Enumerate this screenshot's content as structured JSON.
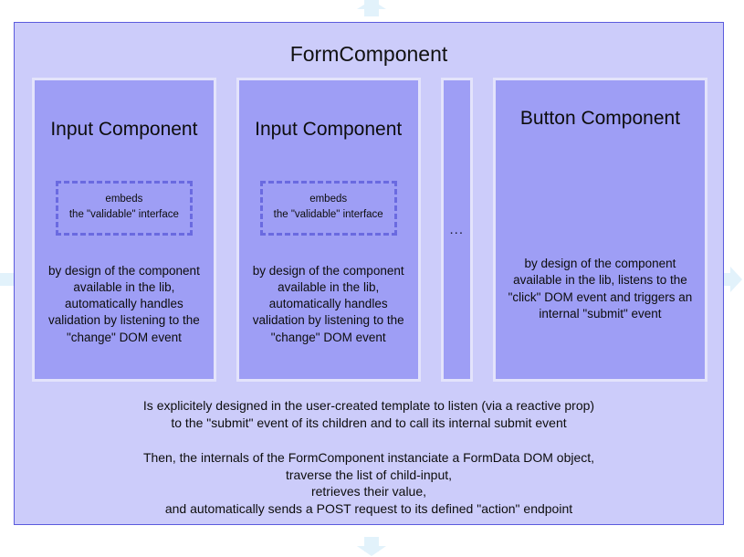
{
  "diagram": {
    "title": "FormComponent",
    "connectors": {
      "top_arrow": "arrow-up-icon",
      "bottom_arrow": "arrow-down-icon",
      "left_arrow": "arrow-left-icon",
      "right_arrow": "arrow-right-icon",
      "arrow_color": "#e2f2fb"
    },
    "colors": {
      "outer_fill": "#ccccfa",
      "outer_border": "#5b5bdd",
      "child_fill": "#9e9ef5",
      "child_border": "#e3e3fb",
      "dashed_border": "#6a6ae0",
      "text": "#0d0d0d"
    },
    "children": [
      {
        "title": "Input Component",
        "embeds": {
          "line1": "embeds",
          "line2": "the \"validable\" interface"
        },
        "body": "by design of the component available in the lib, automatically handles validation by listening to the \"change\" DOM event",
        "body_lines": [
          "by design of the component",
          "available in the lib,",
          "automatically handles",
          "validation by listening to the",
          "\"change\" DOM event"
        ]
      },
      {
        "title": "Input Component",
        "embeds": {
          "line1": "embeds",
          "line2": "the \"validable\" interface"
        },
        "body": "by design of the component available in the lib, automatically handles validation by listening to the \"change\" DOM event",
        "body_lines": [
          "by design of the component",
          "available in the lib,",
          "automatically handles",
          "validation by listening to the",
          "\"change\" DOM event"
        ]
      },
      {
        "title": "...",
        "is_ellipsis": true
      },
      {
        "title": "Button Component",
        "body": "by design of the component available in the lib, listens to the \"click\" DOM event and triggers an internal \"submit\" event",
        "body_lines": [
          "by design of the component",
          "available in the lib, listens to the",
          "\"click\" DOM event and triggers an",
          "internal \"submit\" event"
        ]
      }
    ],
    "paragraphs": [
      {
        "lines": [
          "Is explicitely designed in the user-created template to listen (via a reactive prop)",
          "to the \"submit\" event of its children and to call its internal submit event"
        ]
      },
      {
        "lines": [
          "Then, the internals of the FormComponent instanciate a FormData DOM object,",
          "traverse the list of child-input,",
          "retrieves their value,",
          "and automatically sends a POST request to its defined \"action\" endpoint"
        ]
      }
    ]
  }
}
